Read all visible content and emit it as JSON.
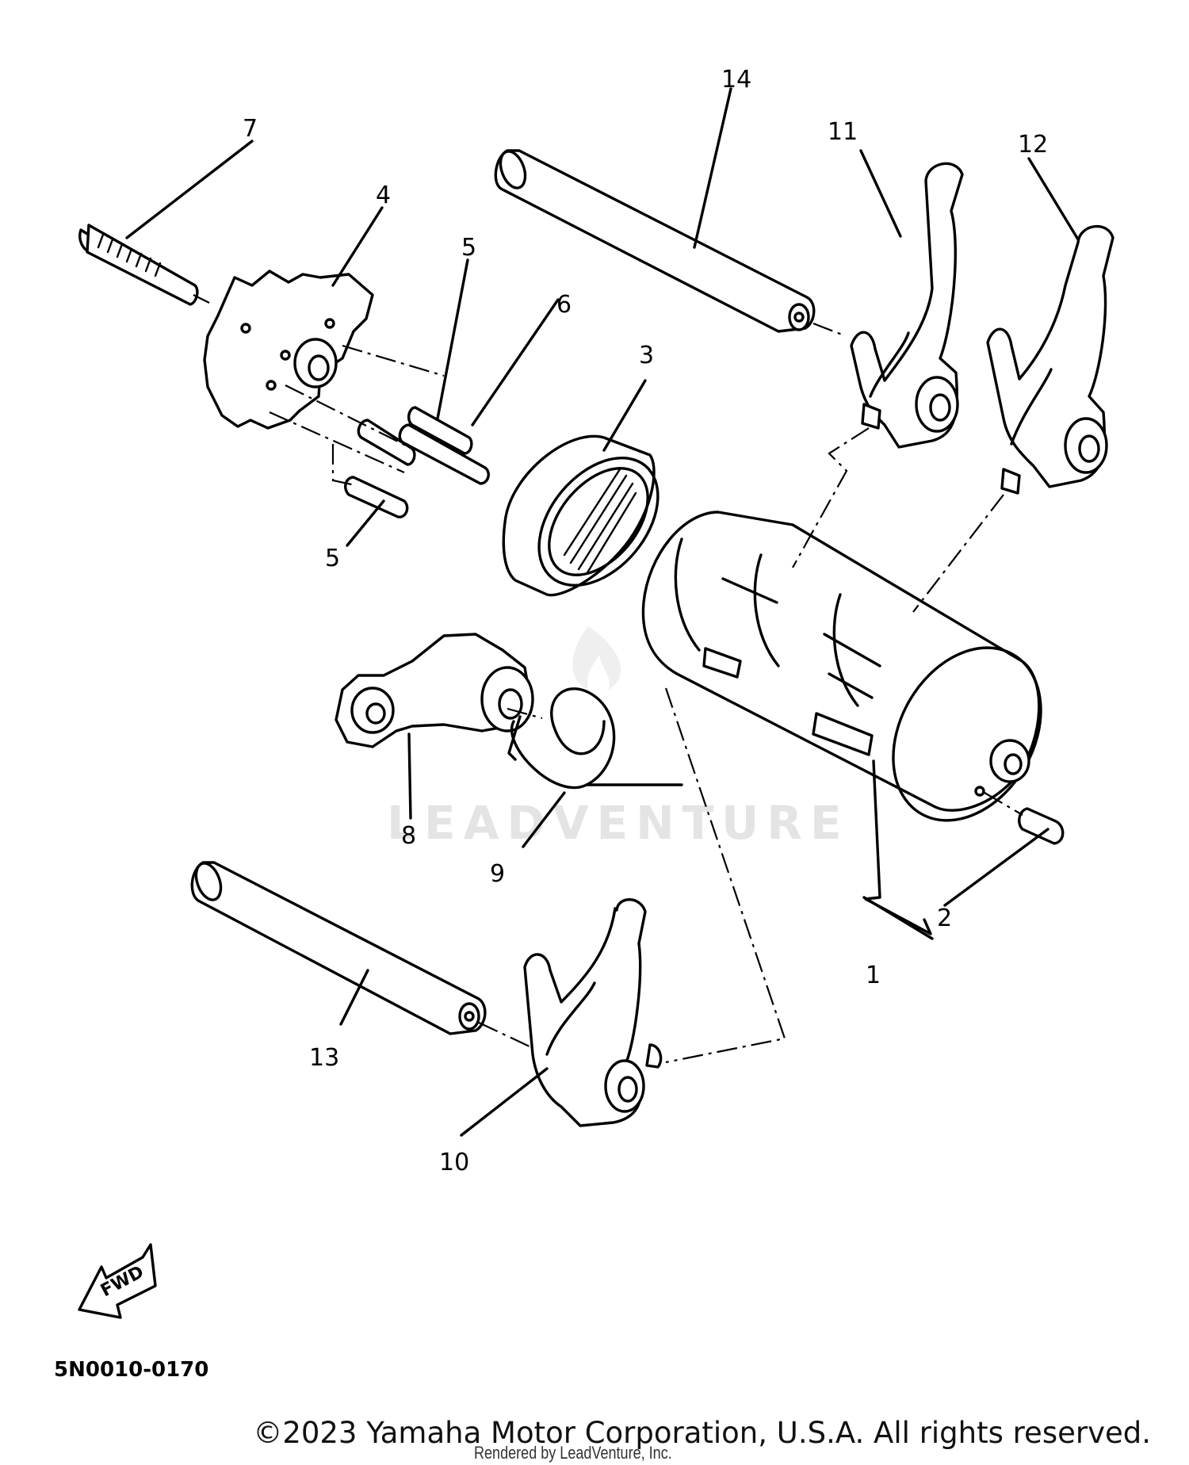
{
  "callouts": {
    "c1": "1",
    "c2": "2",
    "c3": "3",
    "c4": "4",
    "c5a": "5",
    "c5b": "5",
    "c6": "6",
    "c7": "7",
    "c8": "8",
    "c9": "9",
    "c10": "10",
    "c11": "11",
    "c12": "12",
    "c13": "13",
    "c14": "14"
  },
  "direction_badge": "FWD",
  "diagram_code": "5N0010-0170",
  "watermark": "LEADVENTURE",
  "copyright": "©2023 Yamaha Motor Corporation, U.S.A. All rights reserved.",
  "rendered_by": "Rendered by LeadVenture, Inc."
}
